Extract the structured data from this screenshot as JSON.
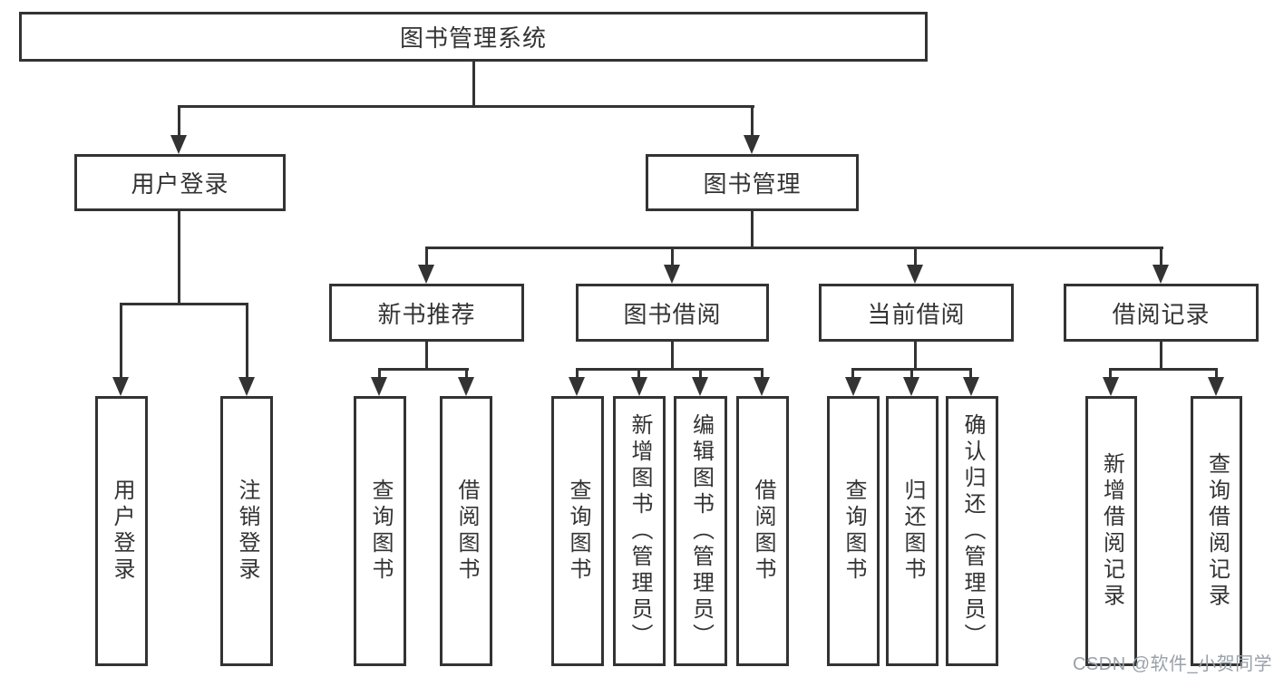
{
  "diagram": {
    "root": {
      "label": "图书管理系统"
    },
    "level2": [
      {
        "label": "用户登录"
      },
      {
        "label": "图书管理"
      }
    ],
    "level3": [
      {
        "label": "新书推荐"
      },
      {
        "label": "图书借阅"
      },
      {
        "label": "当前借阅"
      },
      {
        "label": "借阅记录"
      }
    ],
    "leaves": {
      "login": [
        "用户登录",
        "注销登录"
      ],
      "recommend": [
        "查询图书",
        "借阅图书"
      ],
      "borrow": [
        "查询图书",
        "新增图书（管理员）",
        "编辑图书（管理员）",
        "借阅图书"
      ],
      "current": [
        "查询图书",
        "归还图书",
        "确认归还（管理员）"
      ],
      "records": [
        "新增借阅记录",
        "查询借阅记录"
      ]
    },
    "colors": {
      "border": "#333333",
      "line": "#333333",
      "text": "#333333",
      "background": "#ffffff",
      "watermark": "#9aa1a9"
    }
  },
  "watermark": {
    "text": "CSDN @软件_小贺同学"
  }
}
